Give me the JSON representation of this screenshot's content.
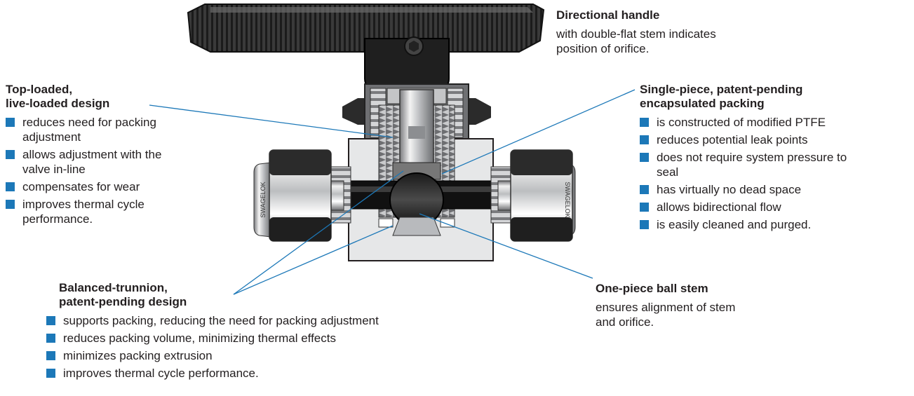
{
  "handle": {
    "title": "Directional handle",
    "desc": [
      "with double-flat stem indicates",
      "position of orifice."
    ]
  },
  "top_loaded": {
    "title": [
      "Top-loaded,",
      "live-loaded design"
    ],
    "bullets": [
      [
        "reduces need for packing",
        "adjustment"
      ],
      [
        "allows adjustment with the",
        "valve in-line"
      ],
      [
        "compensates for wear"
      ],
      [
        "improves thermal cycle",
        "performance."
      ]
    ]
  },
  "packing": {
    "title": [
      "Single-piece, patent-pending",
      "encapsulated packing"
    ],
    "bullets": [
      [
        "is constructed of modified PTFE"
      ],
      [
        "reduces potential leak points"
      ],
      [
        "does not require system pressure to",
        "seal"
      ],
      [
        "has virtually no dead space"
      ],
      [
        "allows bidirectional flow"
      ],
      [
        "is easily cleaned and purged."
      ]
    ]
  },
  "trunnion": {
    "title": [
      "Balanced-trunnion,",
      "patent-pending design"
    ],
    "bullets": [
      [
        "supports packing, reducing the need for packing adjustment"
      ],
      [
        "reduces packing volume, minimizing thermal effects"
      ],
      [
        "minimizes packing extrusion"
      ],
      [
        "improves thermal cycle performance."
      ]
    ]
  },
  "ball_stem": {
    "title": "One-piece ball stem",
    "desc": [
      "ensures alignment of stem",
      "and orifice."
    ]
  },
  "nut_label": "SWAGELOK",
  "colors": {
    "bullet": "#1c78b8",
    "leader": "#1c78b8",
    "text": "#231f20"
  }
}
